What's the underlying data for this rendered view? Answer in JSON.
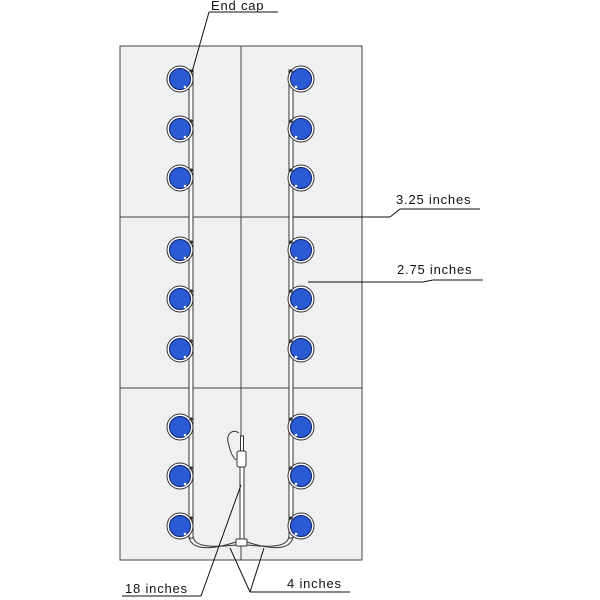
{
  "labels": {
    "end_cap": "End cap",
    "spacing_a": "3.25 inches",
    "spacing_b": "2.75 inches",
    "tube_long": "18 inches",
    "tube_short": "4 inches"
  },
  "layout_summary": {
    "panels": 6,
    "sites_per_column": 9,
    "columns": 2
  },
  "colors": {
    "site_fill": "#2a5bd4",
    "panel_fill": "#eff0f2",
    "outline": "#333333"
  }
}
